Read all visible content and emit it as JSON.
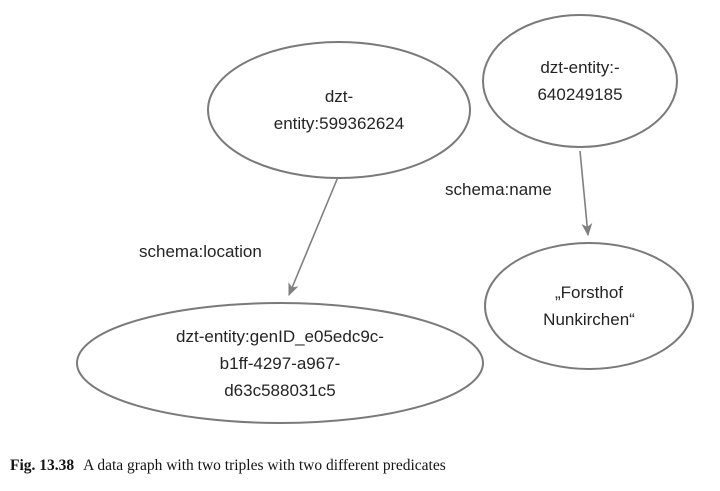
{
  "figure": {
    "type": "node-edge-graph",
    "colors": {
      "node_stroke": "#7a7a7a",
      "edge": "#808080",
      "text": "#242424"
    },
    "nodes": [
      {
        "id": "node-top-left",
        "label": "dzt-\nentity:599362624"
      },
      {
        "id": "node-top-right",
        "label": "dzt-entity:-\n640249185"
      },
      {
        "id": "node-bottom-left",
        "label": "dzt-entity:genID_e05edc9c-\nb1ff-4297-a967-\nd63c588031c5"
      },
      {
        "id": "node-bottom-right",
        "label": "„Forsthof\nNunkirchen“"
      }
    ],
    "edges": [
      {
        "id": "edge-location",
        "from": "node-top-left",
        "to": "node-bottom-left",
        "label": "schema:location"
      },
      {
        "id": "edge-name",
        "from": "node-top-right",
        "to": "node-bottom-right",
        "label": "schema:name"
      }
    ]
  },
  "caption": {
    "tag": "Fig. 13.38",
    "text": "A data graph with two triples with two different predicates"
  }
}
